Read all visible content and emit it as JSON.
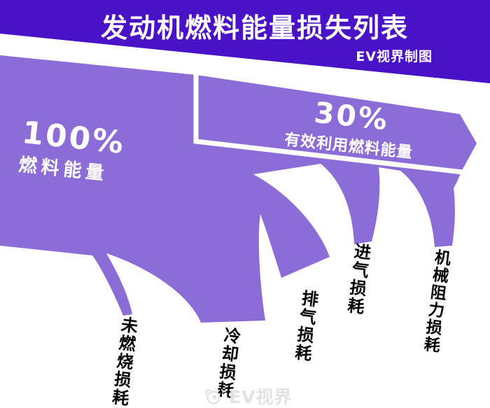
{
  "header": {
    "title": "发动机燃料能量损失列表",
    "credit": "EV视界制图"
  },
  "chart_data": {
    "type": "sankey",
    "title": "发动机燃料能量损失列表",
    "input": {
      "label": "燃料能量",
      "percent": "100%"
    },
    "output": {
      "label": "有效利用燃料能量",
      "percent": "30%"
    },
    "losses": [
      {
        "label": "未燃烧损耗"
      },
      {
        "label": "冷却损耗"
      },
      {
        "label": "排气损耗"
      },
      {
        "label": "进气损耗"
      },
      {
        "label": "机械阻力损耗"
      }
    ],
    "flow_direction": "left-to-right, losses branch downward",
    "legend_position": "none",
    "grid": false
  },
  "watermark": {
    "text": "EV视界"
  },
  "colors": {
    "dark_purple": "#4A12C6",
    "light_purple": "#8C6DD8",
    "background": "#FFFFFF",
    "label_text": "#000000",
    "watermark_gray": "#E2E2E2"
  }
}
